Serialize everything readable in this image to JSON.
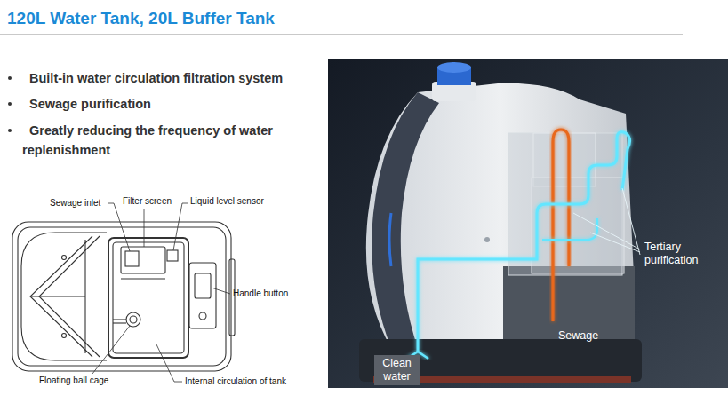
{
  "diagram": {
    "title": "120L Water Tank, 20L Buffer Tank",
    "nodes": [
      {
        "text": [
          "Clean water"
        ]
      }
    ],
    "labels": [
      "Built-in water circulation filtration system",
      "Sewage purification",
      "Greatly reducing the frequency of water replenishment",
      "Sewage inlet",
      "Filter screen",
      "Liquid level sensor",
      "Handle button",
      "Floating ball cage",
      "Internal circulation of tank",
      "Tertiary purification",
      "Sewage"
    ]
  }
}
